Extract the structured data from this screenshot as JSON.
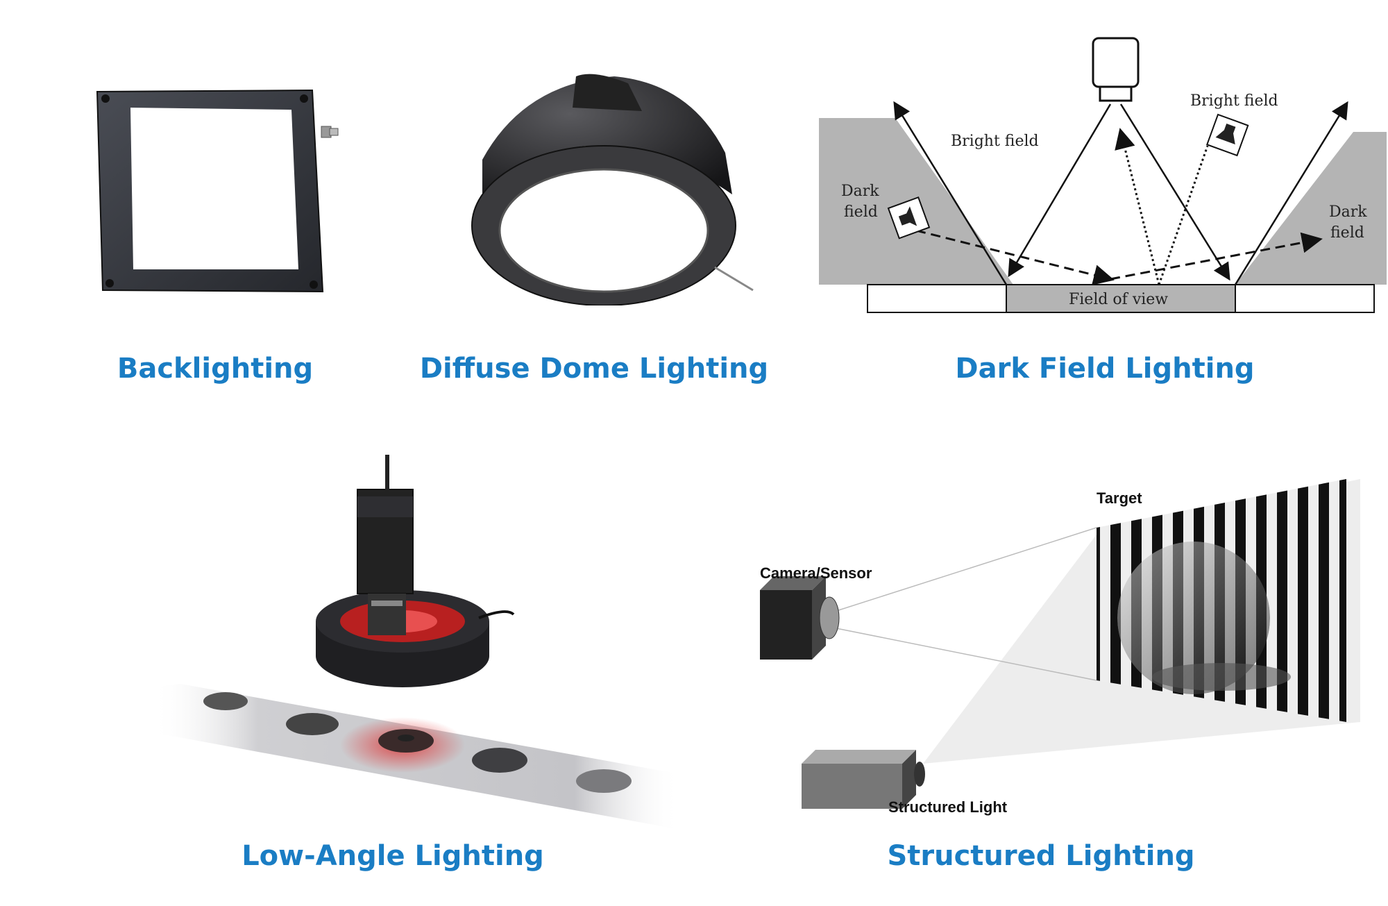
{
  "captions": {
    "backlighting": "Backlighting",
    "dome": "Diffuse Dome Lighting",
    "dark_field": "Dark Field Lighting",
    "low_angle": "Low-Angle Lighting",
    "structured": "Structured Lighting"
  },
  "dark_field_diagram": {
    "bright_field_left": "Bright field",
    "bright_field_right": "Bright field",
    "dark_field_left_line1": "Dark",
    "dark_field_left_line2": "field",
    "dark_field_right_line1": "Dark",
    "dark_field_right_line2": "field",
    "field_of_view": "Field of view"
  },
  "structured_diagram": {
    "target": "Target",
    "camera_sensor": "Camera/Sensor",
    "structured_light": "Structured Light"
  },
  "colors": {
    "caption_blue": "#1a7dc4",
    "panel_gray": "#b4b4b4",
    "led_red": "#e02020"
  }
}
